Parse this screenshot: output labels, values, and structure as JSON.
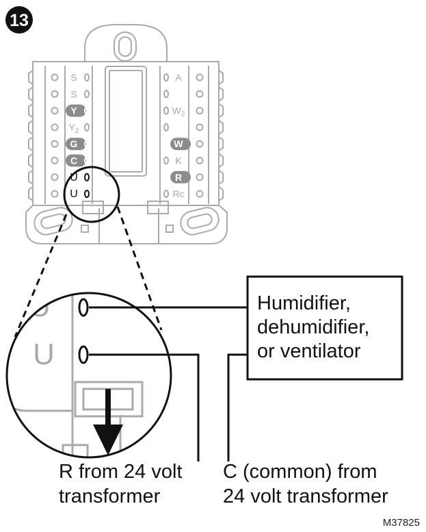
{
  "step": {
    "number": "13"
  },
  "left_terminals": [
    "S",
    "S",
    "Y",
    "Y2",
    "G",
    "C",
    "U",
    "U"
  ],
  "left_highlighted": [
    false,
    false,
    true,
    false,
    true,
    true,
    false,
    false
  ],
  "right_terminals": [
    "A",
    "",
    "W2",
    "",
    "W",
    "K",
    "R",
    "Rc"
  ],
  "right_highlighted": [
    false,
    false,
    false,
    false,
    true,
    false,
    true,
    false
  ],
  "zoom": {
    "terminal_label": "U"
  },
  "device_box": {
    "lines": [
      "Humidifier,",
      "dehumidifier,",
      "or ventilator"
    ]
  },
  "label_r": {
    "lines": [
      "R from 24 volt",
      "transformer"
    ]
  },
  "label_c": {
    "lines": [
      "C (common) from",
      "24 volt transformer"
    ]
  },
  "figure_code": "M37825",
  "colors": {
    "line": "#111111",
    "gray": "#aaaaaa",
    "highlight": "#8c8c8c"
  }
}
